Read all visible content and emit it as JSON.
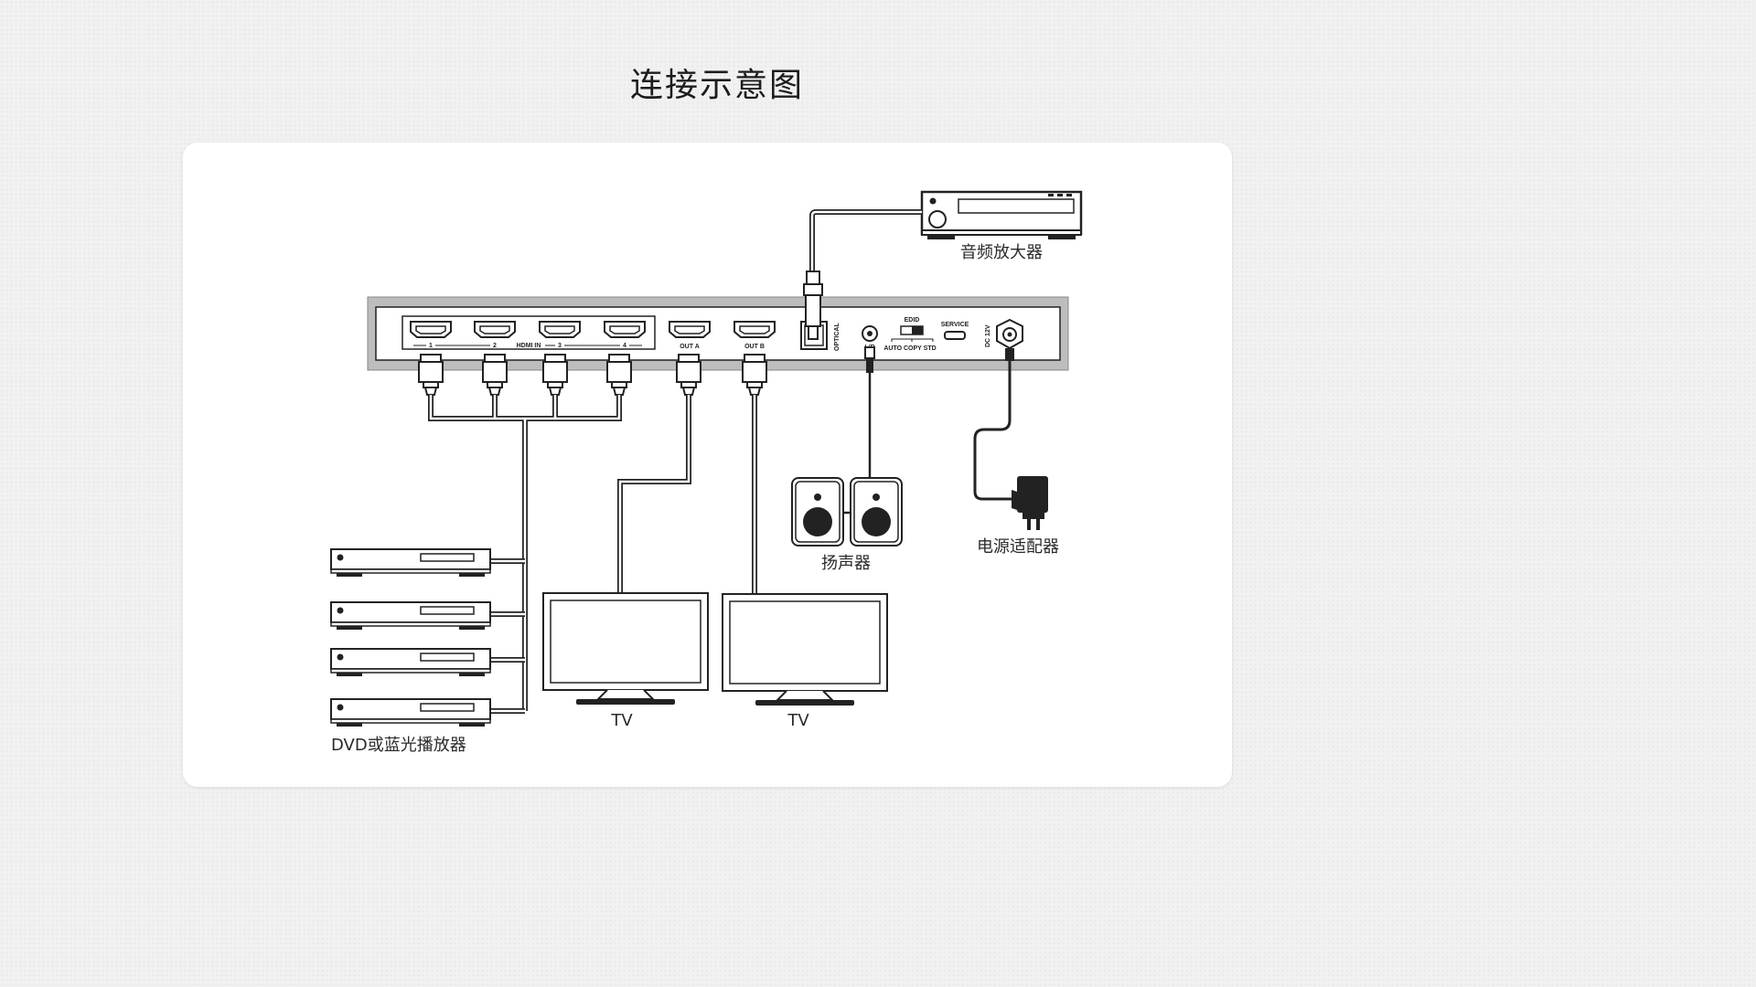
{
  "title": "连接示意图",
  "labels": {
    "amplifier": "音频放大器",
    "speakers": "扬声器",
    "power_adapter": "电源适配器",
    "tv_a": "TV",
    "tv_b": "TV",
    "players": "DVD或蓝光播放器"
  },
  "panel": {
    "in_1": "1",
    "in_2": "2",
    "hdmi_in": "HDMI IN",
    "in_3": "3",
    "in_4": "4",
    "out_a": "OUT A",
    "out_b": "OUT B",
    "optical": "OPTICAL",
    "lr": "L/R",
    "edid": "EDID",
    "edid_modes": "AUTO COPY STD",
    "service": "SERVICE",
    "dc": "DC 12V"
  }
}
